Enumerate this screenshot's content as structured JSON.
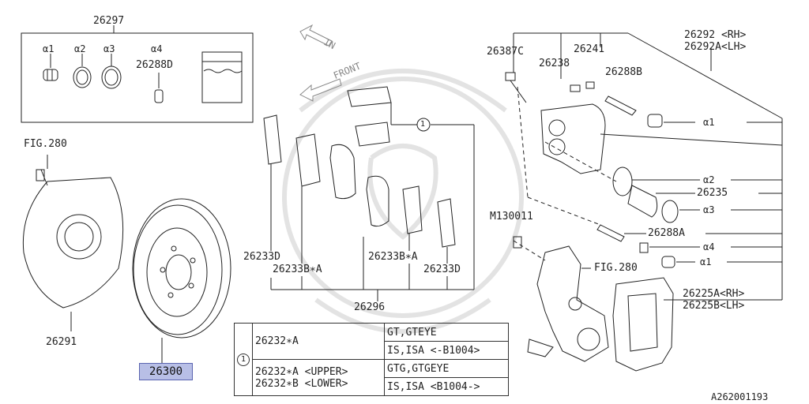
{
  "labels": {
    "seal_kit": "26297",
    "a1_top": "α1",
    "a2_top": "α2",
    "a3_top": "α3",
    "a4_top": "α4",
    "pin_top": "26288D",
    "fig280_left": "FIG.280",
    "shield": "26291",
    "rotor": "26300",
    "in_arrow": "IN",
    "front_arrow": "FRONT",
    "ref1": "1",
    "pad_d_left": "26233D",
    "pad_b_left": "26233B∗A",
    "pad_b_right": "26233B∗A",
    "pad_d_right": "26233D",
    "pad_group": "26296",
    "bleeder": "26387C",
    "boot_a": "26238",
    "screw": "26241",
    "guide_pin_b": "26288B",
    "caliper_rh": "26292 <RH>",
    "caliper_lh": "26292A<LH>",
    "r_a1": "α1",
    "r_a2": "α2",
    "piston": "26235",
    "r_a3": "α3",
    "bolt": "M130011",
    "guide_pin_a": "26288A",
    "r_a4": "α4",
    "r_a1b": "α1",
    "fig280_right": "FIG.280",
    "support_rh": "26225A<RH>",
    "support_lh": "26225B<LH>",
    "figure_code": "A262001193"
  },
  "note_table": {
    "ref": "1",
    "row1_part": "26232∗A",
    "row1_a": "GT,GTEYE",
    "row1_b": "IS,ISA  <-B1004>",
    "row2_part_a": "26232∗A <UPPER>",
    "row2_part_b": "26232∗B <LOWER>",
    "row2_a": "GTG,GTGEYE",
    "row2_b": "IS,ISA  <B1004->"
  }
}
